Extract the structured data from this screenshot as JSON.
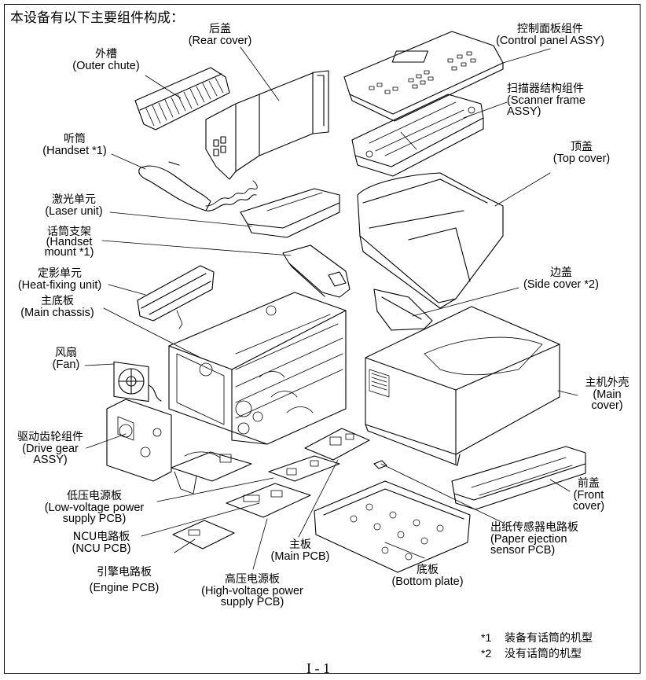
{
  "heading": "本设备有以下主要组件构成：",
  "parts": {
    "outer_chute": {
      "zh": "外槽",
      "en": [
        "(Outer chute)"
      ]
    },
    "rear_cover": {
      "zh": "后盖",
      "en": [
        "(Rear cover)"
      ]
    },
    "control_panel": {
      "zh": "控制面板组件",
      "en": [
        "(Control panel ASSY)"
      ]
    },
    "scanner_frame": {
      "zh": "扫描器结构组件",
      "en": [
        "(Scanner frame",
        "ASSY)"
      ]
    },
    "top_cover": {
      "zh": "顶盖",
      "en": [
        "(Top cover)"
      ]
    },
    "handset": {
      "zh": "听筒",
      "en": [
        "(Handset *1)"
      ]
    },
    "laser_unit": {
      "zh": "激光单元",
      "en": [
        "(Laser unit)"
      ]
    },
    "handset_mount": {
      "zh": "话筒支架",
      "en": [
        "(Handset",
        "mount *1)"
      ]
    },
    "heat_fixing": {
      "zh": "定影单元",
      "en": [
        "(Heat-fixing unit)"
      ]
    },
    "main_chassis": {
      "zh": "主底板",
      "en": [
        "(Main chassis)"
      ]
    },
    "side_cover": {
      "zh": "边盖",
      "en": [
        "(Side cover *2)"
      ]
    },
    "fan": {
      "zh": "风扇",
      "en": [
        "(Fan)"
      ]
    },
    "main_cover": {
      "zh": "主机外壳",
      "en": [
        "(Main",
        "cover)"
      ]
    },
    "drive_gear": {
      "zh": "驱动齿轮组件",
      "en": [
        "(Drive gear",
        "ASSY)"
      ]
    },
    "front_cover": {
      "zh": "前盖",
      "en": [
        "(Front",
        "cover)"
      ]
    },
    "low_voltage": {
      "zh": "低压电源板",
      "en": [
        "(Low-voltage power",
        "supply PCB)"
      ]
    },
    "ncu": {
      "zh": "NCU电路板",
      "en": [
        "(NCU PCB)"
      ]
    },
    "paper_ejection": {
      "zh": "出纸传感器电路板",
      "en": [
        "(Paper ejection",
        "sensor PCB)"
      ]
    },
    "main_pcb": {
      "zh": "主板",
      "en": [
        "(Main PCB)"
      ]
    },
    "bottom_plate": {
      "zh": "底板",
      "en": [
        "(Bottom plate)"
      ]
    },
    "engine_pcb": {
      "zh": "引擎电路板",
      "en": [
        "(Engine PCB)"
      ]
    },
    "high_voltage": {
      "zh": "高压电源板",
      "en": [
        "(High-voltage power",
        "supply PCB)"
      ]
    }
  },
  "footnotes": [
    {
      "mark": "*1",
      "text": "装备有话筒的机型"
    },
    {
      "mark": "*2",
      "text": "没有话筒的机型"
    }
  ],
  "page_number": "I - 1"
}
